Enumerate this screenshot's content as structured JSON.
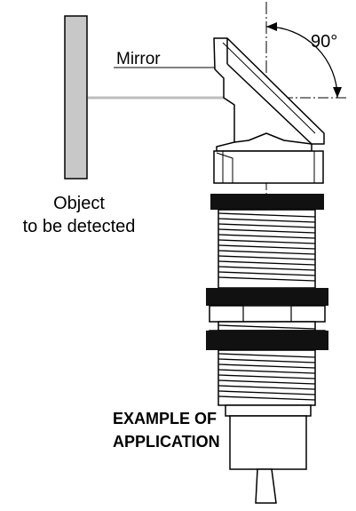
{
  "labels": {
    "mirror": "Mirror",
    "angle": "90°",
    "object_line1": "Object",
    "object_line2": "to be detected",
    "example_line1": "EXAMPLE OF",
    "example_line2": "APPLICATION"
  },
  "colors": {
    "object_fill": "#c8c8c8",
    "band_fill": "#111111",
    "line": "#000000",
    "beam": "#bdbdbd"
  }
}
